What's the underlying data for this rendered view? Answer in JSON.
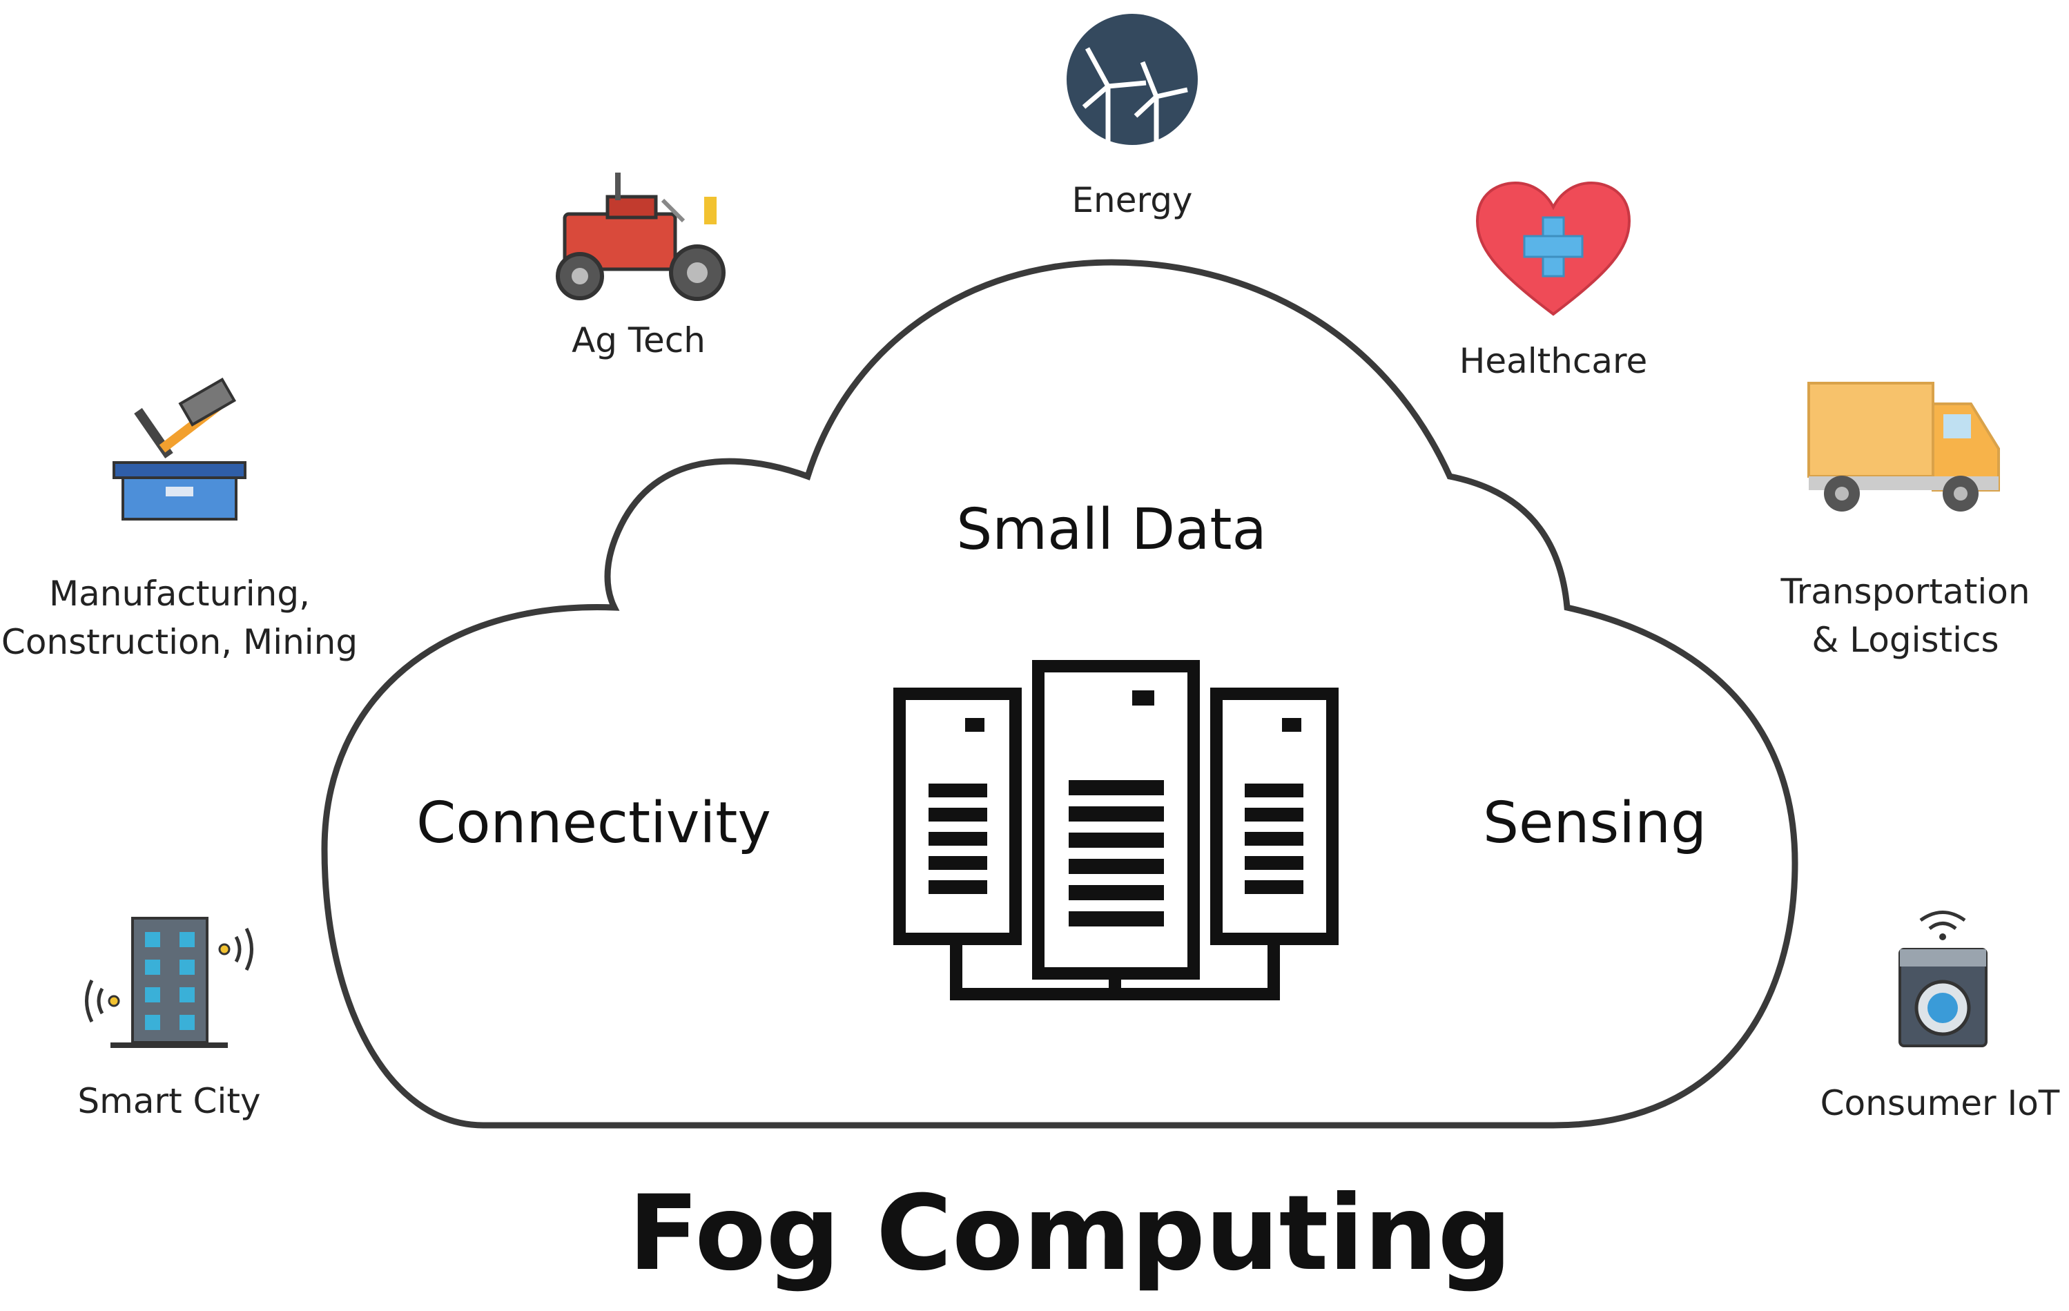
{
  "diagram": {
    "title": "Fog Computing",
    "cloud_labels": {
      "top": "Small Data",
      "left": "Connectivity",
      "right": "Sensing"
    },
    "industries": [
      {
        "id": "energy",
        "label": "Energy",
        "icon": "wind-turbine-icon"
      },
      {
        "id": "agtech",
        "label": "Ag Tech",
        "icon": "tractor-icon"
      },
      {
        "id": "healthcare",
        "label": "Healthcare",
        "icon": "heart-cross-icon"
      },
      {
        "id": "manufacturing",
        "label_lines": [
          "Manufacturing,",
          "Construction, Mining"
        ],
        "icon": "toolbox-icon"
      },
      {
        "id": "transportation",
        "label_lines": [
          "Transportation",
          "& Logistics"
        ],
        "icon": "truck-icon"
      },
      {
        "id": "smartcity",
        "label": "Smart City",
        "icon": "smart-building-icon"
      },
      {
        "id": "consumeriot",
        "label": "Consumer IoT",
        "icon": "smart-washer-icon"
      }
    ],
    "center_icon": "server-rack-icon",
    "colors": {
      "outline": "#111111",
      "cloud_stroke": "#3a3a3a",
      "energy_bg": "#34495e",
      "tractor_red": "#d94a3b",
      "heart_red": "#ef4b57",
      "cross_blue": "#5ab4e8",
      "truck_yellow": "#f7c26b",
      "toolbox_blue": "#4d8fd9",
      "building_gray": "#5f6b77",
      "washer_gray": "#4a5563"
    }
  }
}
